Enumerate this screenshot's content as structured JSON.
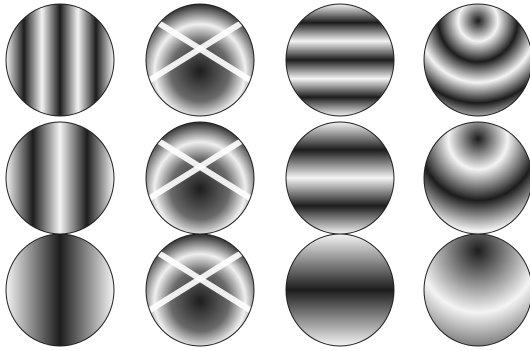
{
  "figure": {
    "description_visible_text": "",
    "layout": {
      "rows": 3,
      "columns": 4
    },
    "colors": {
      "background": "#ffffff",
      "dark": "#101010",
      "light": "#ffffff",
      "outline": "#202020"
    },
    "spheres": [
      {
        "row": 1,
        "col": 1,
        "pattern": "vertical-band",
        "l": 3,
        "m": 3
      },
      {
        "row": 1,
        "col": 2,
        "pattern": "crossing-bands",
        "l": 3,
        "m": 2
      },
      {
        "row": 1,
        "col": 3,
        "pattern": "horizontal-band",
        "l": 3,
        "m": 1
      },
      {
        "row": 1,
        "col": 4,
        "pattern": "polar-cap",
        "l": 3,
        "m": 0
      },
      {
        "row": 2,
        "col": 1,
        "pattern": "vertical-band",
        "l": 2,
        "m": 2
      },
      {
        "row": 2,
        "col": 2,
        "pattern": "crossing-bands",
        "l": 2,
        "m": 1
      },
      {
        "row": 2,
        "col": 3,
        "pattern": "horizontal-band",
        "l": 2,
        "m": 1
      },
      {
        "row": 2,
        "col": 4,
        "pattern": "polar-cap",
        "l": 2,
        "m": 0
      },
      {
        "row": 3,
        "col": 1,
        "pattern": "vertical-band",
        "l": 1,
        "m": 1
      },
      {
        "row": 3,
        "col": 2,
        "pattern": "crossing-bands",
        "l": 1,
        "m": 1
      },
      {
        "row": 3,
        "col": 3,
        "pattern": "horizontal-band",
        "l": 1,
        "m": 0
      },
      {
        "row": 3,
        "col": 4,
        "pattern": "polar-cap",
        "l": 1,
        "m": 0
      }
    ]
  }
}
